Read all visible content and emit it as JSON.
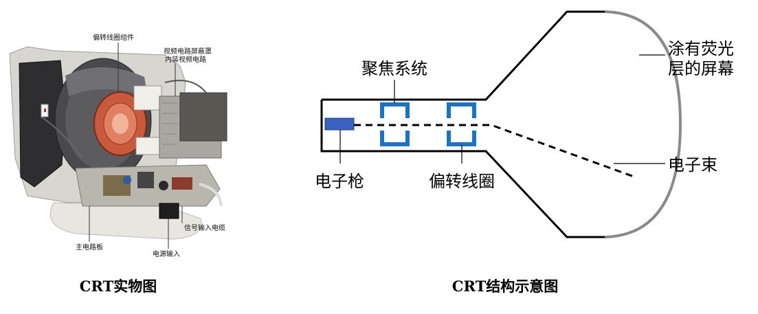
{
  "photo": {
    "labels": {
      "deflection_assembly": "偏转线圈组件",
      "video_shield_line1": "视频电路屏蔽罩",
      "video_shield_line2": "内装视频电路",
      "main_board": "主电路板",
      "signal_cable": "信号输入电缆",
      "power_input": "电源输入"
    },
    "caption": "CRT实物图"
  },
  "diagram": {
    "labels": {
      "focus_system": "聚焦系统",
      "electron_gun": "电子枪",
      "deflection_coil": "偏转线圈",
      "electron_beam": "电子束",
      "screen_line1": "涂有荧光",
      "screen_line2": "层的屏幕"
    },
    "caption": "CRT结构示意图",
    "colors": {
      "coil": "#1a73c5",
      "gun": "#3b62c0",
      "screen": "#8a8a8a",
      "outline": "#000000"
    }
  }
}
